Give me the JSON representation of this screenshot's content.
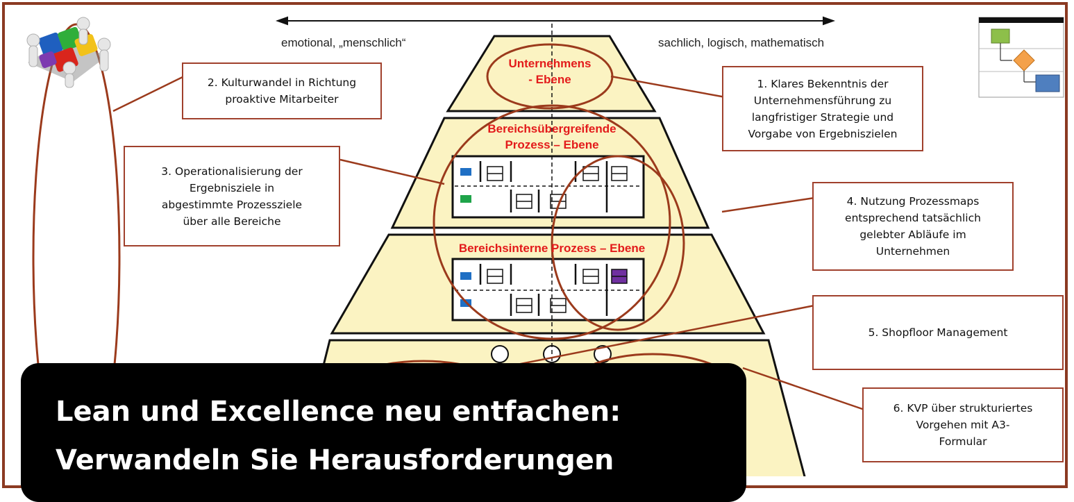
{
  "axis": {
    "left": "emotional, „menschlich“",
    "right": "sachlich, logisch, mathematisch"
  },
  "levels": {
    "company": "Unternehmens\n- Ebene",
    "cross": "Bereichsübergreifende\nProzess – Ebene",
    "internal": "Bereichsinterne Prozess – Ebene"
  },
  "boxes": {
    "b1": "1. Klares Bekenntnis der\nUnternehmensführung zu\nlangfristiger Strategie und\nVorgabe von Ergebniszielen",
    "b2": "2. Kulturwandel in Richtung\nproaktive Mitarbeiter",
    "b3": "3. Operationalisierung der\nErgebnisziele in\nabgestimmte Prozessziele\nüber alle Bereiche",
    "b4": "4. Nutzung Prozessmaps\nentsprechend tatsächlich\ngelebter Abläufe im\nUnternehmen",
    "b5": "5. Shopfloor Management",
    "b6": "6. KVP über strukturiertes\nVorgehen mit A3-\nFormular"
  },
  "overlay": {
    "line1": "Lean und Excellence neu entfachen:",
    "line2": "Verwandeln Sie Herausforderungen"
  },
  "colors": {
    "frame": "#8b3a22",
    "pyramid_fill": "#fbf3c2",
    "ellipse": "#9b3a1c",
    "level_text": "#e31b1b",
    "blue": "#1f6fc4",
    "green": "#1fa44a",
    "purple": "#7030a0"
  },
  "icons": {
    "top_left": "puzzle-team-icon",
    "top_right": "flowchart-icon"
  }
}
